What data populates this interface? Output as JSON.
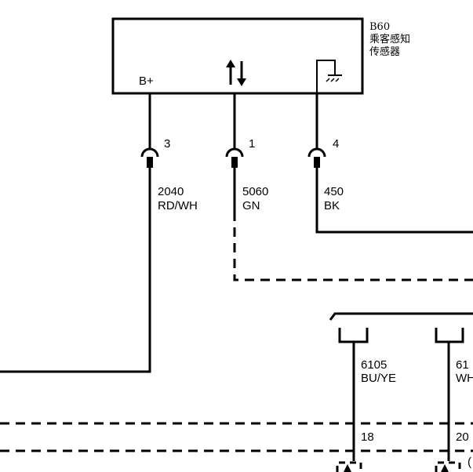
{
  "component": {
    "id": "B60",
    "name_line1": "乘客感知",
    "name_line2": "传感器",
    "power_label": "B+"
  },
  "pins": [
    {
      "number": "3",
      "circuit": "2040",
      "color": "RD/WH"
    },
    {
      "number": "1",
      "circuit": "5060",
      "color": "GN"
    },
    {
      "number": "4",
      "circuit": "450",
      "color": "BK"
    }
  ],
  "lower_connector": {
    "wires": [
      {
        "circuit": "6105",
        "color": "BU/YE",
        "pin": "18"
      },
      {
        "circuit": "61",
        "color": "WH",
        "pin": "20"
      }
    ]
  },
  "icons": {
    "data_arrows": "up-down-arrows-icon",
    "ground": "ground-icon"
  }
}
